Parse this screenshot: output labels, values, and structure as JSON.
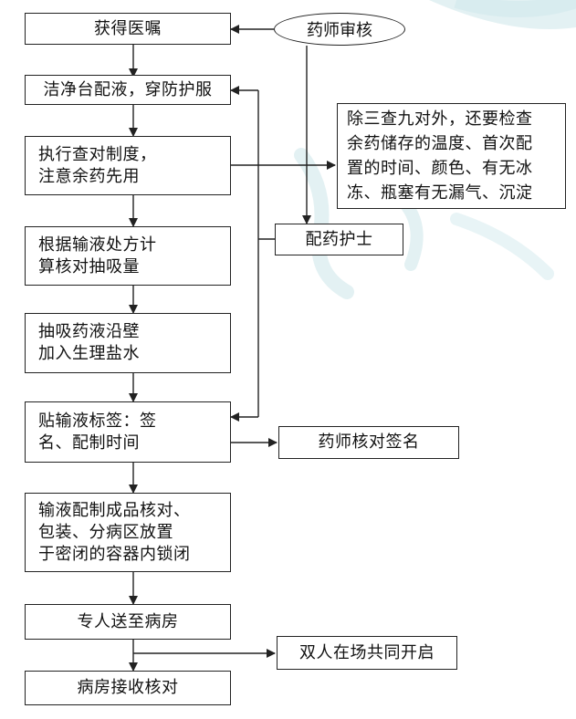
{
  "flow": {
    "b1": "获得医嘱",
    "b2": "洁净台配液，穿防护服",
    "b3": "执行查对制度，\n注意余药先用",
    "b4": "根据输液处方计\n算核对抽吸量",
    "b5": "抽吸药液沿壁\n加入生理盐水",
    "b6": "贴输液标签：签\n名、配制时间",
    "b7": "输液配制成品核对、\n包装、分病区放置\n于密闭的容器内锁闭",
    "b8": "专人送至病房",
    "b9": "病房接收核对"
  },
  "side": {
    "pharmacist_review": "药师审核",
    "note": "除三查九对外，还要检查\n余药储存的温度、首次配\n置的时间、颜色、有无冰\n冻、瓶塞有无漏气、沉淀",
    "nurse": "配药护士",
    "pharmacist_sign": "药师核对签名",
    "dual_open": "双人在场共同开启"
  },
  "colors": {
    "line": "#222222",
    "watermark": "#d8ecef"
  }
}
